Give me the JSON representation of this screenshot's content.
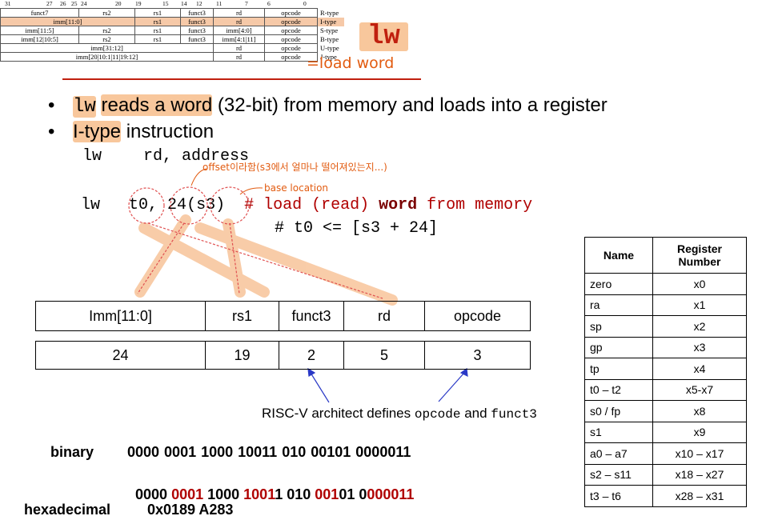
{
  "format_table": {
    "bit_labels": [
      "31",
      "27",
      "26",
      "25",
      "24",
      "20",
      "19",
      "15",
      "14",
      "12",
      "11",
      "7",
      "6",
      "0"
    ],
    "rows": [
      {
        "type": "R-type",
        "cells": [
          "funct7",
          "rs2",
          "rs1",
          "funct3",
          "rd",
          "opcode"
        ]
      },
      {
        "type": "I-type",
        "cells": [
          "imm[11:0]",
          "rs1",
          "funct3",
          "rd",
          "opcode"
        ]
      },
      {
        "type": "S-type",
        "cells": [
          "imm[11:5]",
          "rs2",
          "rs1",
          "funct3",
          "imm[4:0]",
          "opcode"
        ]
      },
      {
        "type": "B-type",
        "cells": [
          "imm[12|10:5]",
          "rs2",
          "rs1",
          "funct3",
          "imm[4:1|11]",
          "opcode"
        ]
      },
      {
        "type": "U-type",
        "cells": [
          "imm[31:12]",
          "rd",
          "opcode"
        ]
      },
      {
        "type": "J-type",
        "cells": [
          "imm[20|10:1|11|19:12]",
          "rd",
          "opcode"
        ]
      }
    ]
  },
  "title": {
    "mnemonic": "lw",
    "handwritten": "=load word"
  },
  "bullets": [
    {
      "code": "lw",
      "highlight": "reads a word",
      "rest": " (32-bit) from memory and loads into a register"
    },
    {
      "highlight": "I-type",
      "rest": " instruction"
    }
  ],
  "syntax": {
    "op": "lw",
    "args": "rd, address"
  },
  "annotations": {
    "offset": "offset이라함(s3에서 얼마나 떨어져있는지...)",
    "base": "base location"
  },
  "example": {
    "op": "lw",
    "arg1": "t0,",
    "arg2": "24",
    "arg3": "(s3)",
    "c1": "# load (read) ",
    "c2": "word",
    "c3": " from memory",
    "c4": "# t0 <= [s3 + 24]"
  },
  "encoding": {
    "fields": [
      "Imm[11:0]",
      "rs1",
      "funct3",
      "rd",
      "opcode"
    ],
    "values": [
      "24",
      "19",
      "2",
      "5",
      "3"
    ]
  },
  "note": {
    "t1": "RISC-V architect defines ",
    "c1": "opcode",
    "t2": " and ",
    "c2": "funct3"
  },
  "binary": {
    "label": "binary",
    "line1": "0000 0001 1000 10011 010 00101 0000011",
    "line2": [
      {
        "t": "0000 ",
        "red": false
      },
      {
        "t": "0001",
        "red": true
      },
      {
        "t": " 1000 ",
        "red": false
      },
      {
        "t": "1001",
        "red": true
      },
      {
        "t": "1 010 ",
        "red": false
      },
      {
        "t": "001",
        "red": true
      },
      {
        "t": "01 0",
        "red": false
      },
      {
        "t": "000011",
        "red": true
      }
    ]
  },
  "hex": {
    "label": "hexadecimal",
    "value": "0x0189 A283"
  },
  "registers": {
    "headers": [
      "Name",
      "Register Number"
    ],
    "rows": [
      [
        "zero",
        "x0"
      ],
      [
        "ra",
        "x1"
      ],
      [
        "sp",
        "x2"
      ],
      [
        "gp",
        "x3"
      ],
      [
        "tp",
        "x4"
      ],
      [
        "t0 – t2",
        "x5-x7"
      ],
      [
        "s0 / fp",
        "x8"
      ],
      [
        "s1",
        "x9"
      ],
      [
        "a0 – a7",
        "x10 – x17"
      ],
      [
        "s2 – s11",
        "x18 – x27"
      ],
      [
        "t3 – t6",
        "x28 – x31"
      ]
    ]
  },
  "colors": {
    "highlight": "#f8c79c",
    "red": "#b00000",
    "arrow": "#2a39c6",
    "annotation": "#e25b10"
  }
}
